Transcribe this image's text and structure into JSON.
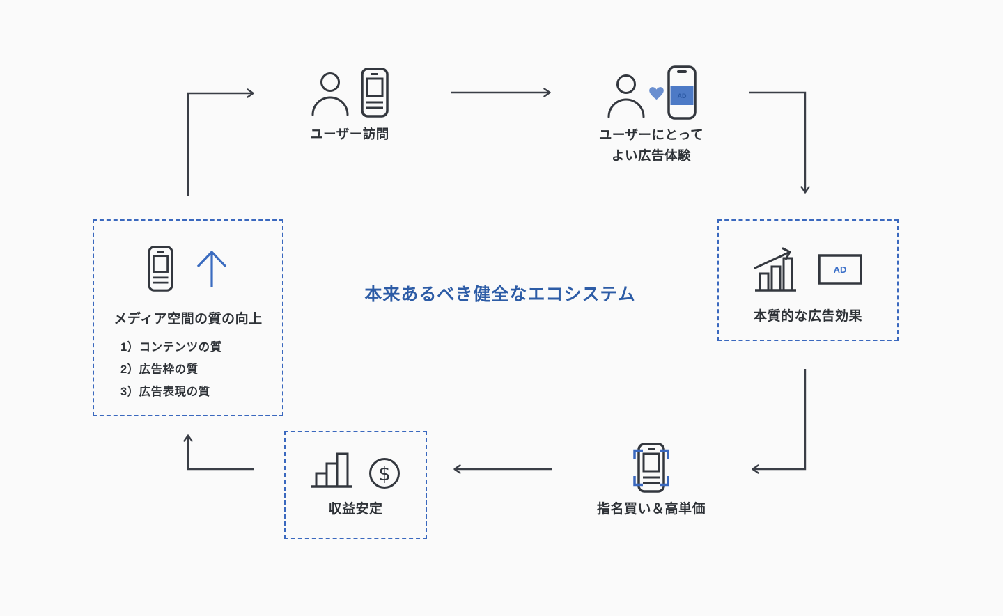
{
  "diagram": {
    "center_title": "本来あるべき健全なエコシステム"
  },
  "nodes": {
    "user_visit": {
      "label": "ユーザー訪問",
      "icons": [
        "person-icon",
        "phone-icon"
      ]
    },
    "good_ad_experience": {
      "label_line1": "ユーザーにとって",
      "label_line2": "よい広告体験",
      "phone_ad_text": "AD",
      "icons": [
        "person-icon",
        "heart-icon",
        "phone-ad-icon"
      ]
    },
    "essential_ad_effect": {
      "label": "本質的な広告効果",
      "ad_frame_text": "AD",
      "icons": [
        "growth-chart-icon",
        "ad-frame-icon"
      ]
    },
    "designated_buying": {
      "label": "指名買い＆高単価",
      "icons": [
        "phone-select-icon"
      ]
    },
    "stable_revenue": {
      "label": "収益安定",
      "dollar_symbol": "$",
      "icons": [
        "bar-chart-icon",
        "dollar-circle-icon"
      ]
    },
    "media_quality": {
      "title": "メディア空間の質の向上",
      "items": [
        "1）コンテンツの質",
        "2）広告枠の質",
        "3）広告表現の質"
      ],
      "icons": [
        "phone-icon",
        "up-arrow-icon"
      ]
    }
  },
  "colors": {
    "background": "#fafafa",
    "dark_stroke": "#33373e",
    "text_dark": "#2e3237",
    "accent_blue": "#3a68be",
    "heart_blue": "#6a8fd0",
    "ad_band_blue": "#4d7ac6",
    "title_blue": "#2d5ca6"
  }
}
